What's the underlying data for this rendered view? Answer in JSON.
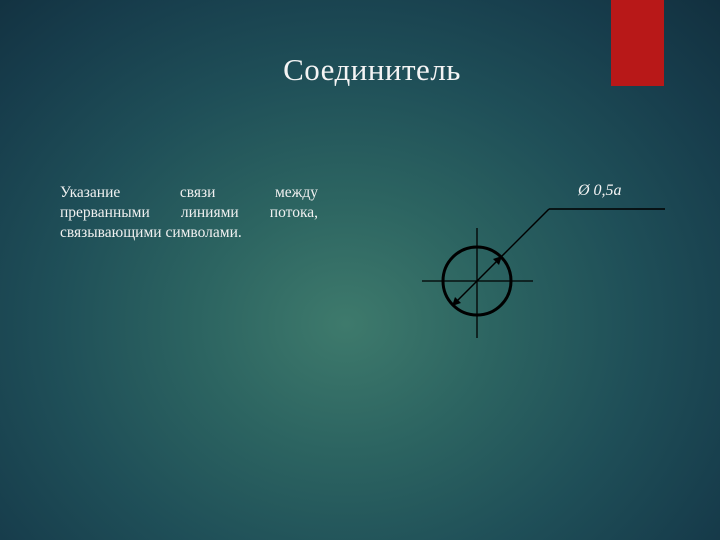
{
  "slide": {
    "title": "Соединитель",
    "description_lines": [
      "Указание связи между",
      "прерванными линиями потока,",
      "связывающими символами."
    ],
    "dimension_label": "Ø 0,5a",
    "colors": {
      "accent": "#b81818",
      "text": "#f0f0f0",
      "drawing": "#000000"
    }
  }
}
